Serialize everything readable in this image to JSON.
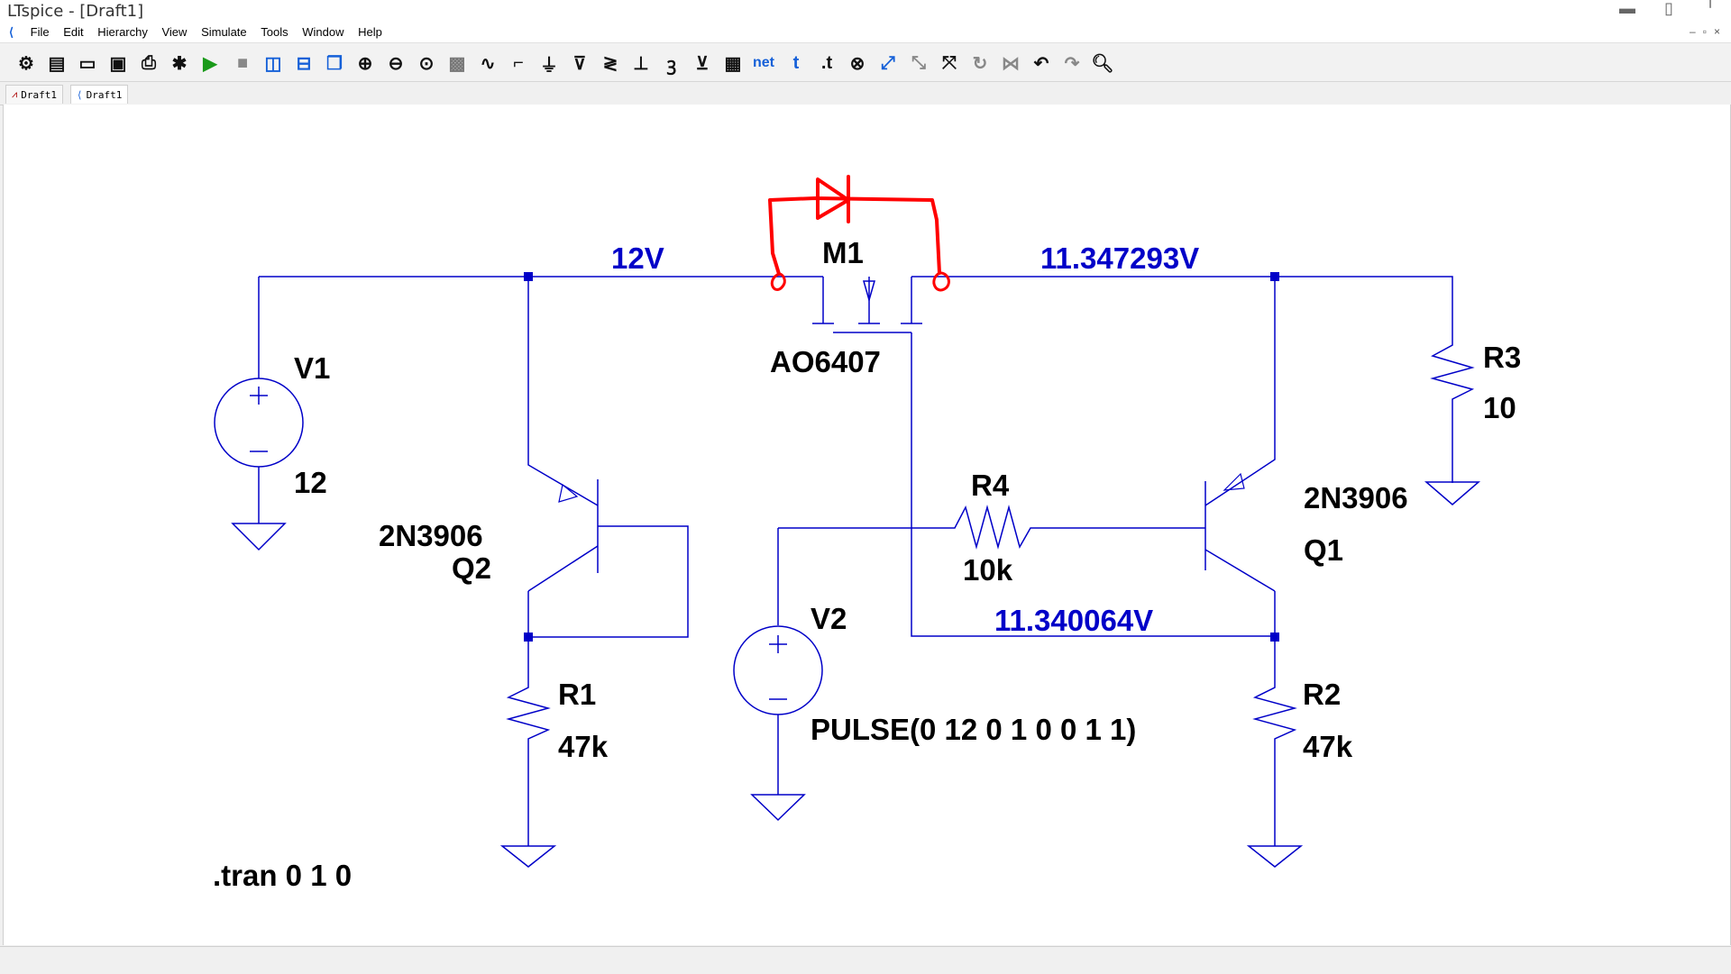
{
  "window": {
    "title": "LTspice - [Draft1]"
  },
  "menu": [
    "File",
    "Edit",
    "Hierarchy",
    "View",
    "Simulate",
    "Tools",
    "Window",
    "Help"
  ],
  "toolbar_icons": [
    "settings-icon",
    "new-schematic-icon",
    "open-icon",
    "save-icon",
    "print-icon",
    "control-panel-icon",
    "run-icon",
    "halt-icon",
    "tile-vertical-icon",
    "tile-horizontal-icon",
    "cascade-icon",
    "zoom-in-icon",
    "zoom-out-icon",
    "zoom-fit-icon",
    "zoom-pan-icon",
    "waveform-icon",
    "wire-icon",
    "ground-icon",
    "probe-icon",
    "resistor-icon",
    "capacitor-icon",
    "inductor-icon",
    "diode-icon",
    "component-icon",
    "net-label-icon",
    "text-icon",
    "spice-directive-icon",
    "delete-icon",
    "duplicate-icon",
    "move-icon",
    "drag-icon",
    "rotate-icon",
    "mirror-icon",
    "undo-icon",
    "redo-icon",
    "find-icon"
  ],
  "tabs": [
    {
      "label": "Draft1",
      "icon": "waveform-tab-icon"
    },
    {
      "label": "Draft1",
      "icon": "schematic-tab-icon"
    }
  ],
  "schematic": {
    "colors": {
      "wire": "#0000c8",
      "text": "#000000",
      "node_voltage": "#0000c8",
      "annotation": "#ff0000"
    },
    "components": {
      "V1": {
        "name": "V1",
        "value": "12"
      },
      "V2": {
        "name": "V2",
        "value": "PULSE(0 12 0 1 0 0 1 1)"
      },
      "M1": {
        "name": "M1",
        "model": "AO6407"
      },
      "Q1": {
        "name": "Q1",
        "model": "2N3906"
      },
      "Q2": {
        "name": "Q2",
        "model": "2N3906"
      },
      "R1": {
        "name": "R1",
        "value": "47k"
      },
      "R2": {
        "name": "R2",
        "value": "47k"
      },
      "R3": {
        "name": "R3",
        "value": "10"
      },
      "R4": {
        "name": "R4",
        "value": "10k"
      }
    },
    "node_voltages": {
      "source": "12V",
      "drain": "11.347293V",
      "gate": "11.340064V"
    },
    "directive": ".tran 0 1 0"
  }
}
